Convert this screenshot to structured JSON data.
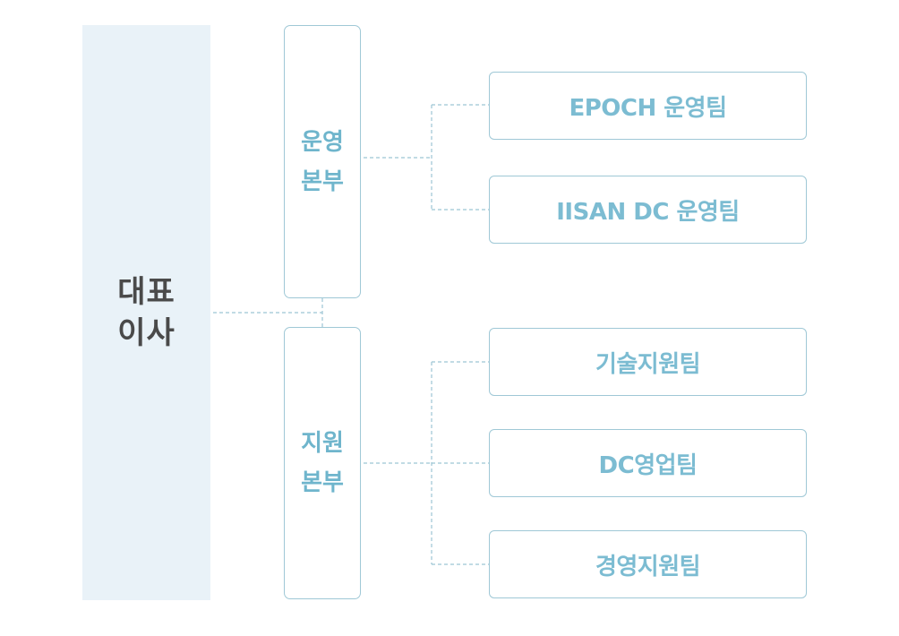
{
  "ceo": {
    "line1": "대표",
    "line2": "이사"
  },
  "divisions": [
    {
      "line1": "운영",
      "line2": "본부"
    },
    {
      "line1": "지원",
      "line2": "본부"
    }
  ],
  "teams": [
    {
      "label": "EPOCH 운영팀"
    },
    {
      "label": "IISAN DC 운영팀"
    },
    {
      "label": "기술지원팀"
    },
    {
      "label": "DC영업팀"
    },
    {
      "label": "경영지원팀"
    }
  ],
  "colors": {
    "ceo_bg": "#e9f2f8",
    "ceo_text": "#4a4a4a",
    "box_border": "#9fc8d6",
    "division_text": "#6fb5cc",
    "team_text": "#7cbcd2",
    "connector": "#9cc5d4"
  }
}
